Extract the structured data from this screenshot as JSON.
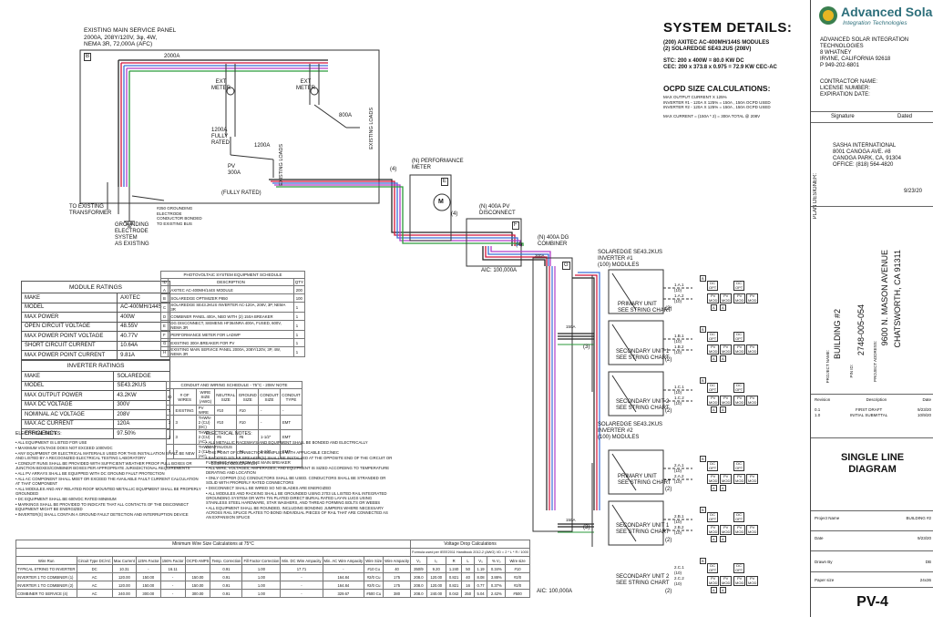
{
  "panel": {
    "title_lines": [
      "EXISTING MAIN SERVICE PANEL",
      "2000A, 208Y/120V, 3φ, 4W,",
      "NEMA 3R, 72,000A (AFC)"
    ],
    "bus_label": "2000A",
    "ext_meter_1": [
      "EXT",
      "METER"
    ],
    "ext_meter_2": [
      "EXT",
      "METER"
    ],
    "breaker_800": "800A",
    "existing_loads_1": "EXISTING LOADS",
    "existing_loads_2": "EXISTING LOADS",
    "breaker_1200": [
      "1200A",
      "FULLY",
      "RATED"
    ],
    "breaker_1200b": "1200A",
    "pv_breaker": [
      "PV",
      "300A"
    ],
    "fully_rated": "(FULLY RATED)",
    "to_transformer": [
      "TO EXISTING",
      "TRANSFORMER"
    ],
    "grounding": [
      "GROUNDING",
      "ELECTRODE",
      "SYSTEM",
      "AS EXISTING"
    ],
    "ground_conductor": [
      "#250 GROUNDING",
      "ELECTRODE",
      "CONDUCTOR BONDED",
      "TO EXISTING BUS"
    ],
    "tag_a": "B",
    "tag_perf": "E",
    "tag_disc": "F",
    "tag_comb": "G"
  },
  "components": {
    "perf_meter": [
      "(N) PERFORMANCE",
      "METER"
    ],
    "pv_disconnect": [
      "(N) 400A PV",
      "DISCONNECT"
    ],
    "dg_combiner": [
      "(N) 400A DG",
      "COMBINER"
    ],
    "aic_1": "AIC: 100,000A",
    "aic_2": "AIC: 100,000A",
    "wire_4a": "(4)",
    "wire_4b": "(4)",
    "wire_4c": "(4)",
    "wire_4d": "(4)",
    "wire_3a": "(3)",
    "wire_3b": "(3)",
    "breaker_300": "300A",
    "breaker_150a": "150A",
    "breaker_150b": "150A",
    "meter_symbol": "M"
  },
  "inverters": [
    {
      "title": [
        "SOLAREDGE SE43.2KUS",
        "INVERTER #1",
        "(100) MODULES"
      ],
      "units": [
        {
          "name": [
            "PRIMARY UNIT",
            "SEE STRING CHART"
          ],
          "wire": "(2)",
          "strings": [
            "1.A.1 (10)",
            "1.A.2 (10)"
          ]
        },
        {
          "name": [
            "SECONDARY UNIT 1",
            "SEE STRING CHART"
          ],
          "wire": "(2)",
          "strings": [
            "1.B.1 (10)",
            "1.B.2 (10)"
          ]
        },
        {
          "name": [
            "SECONDARY UNIT 2",
            "SEE STRING CHART"
          ],
          "wire": "(2)",
          "strings": [
            "1.C.1 (10)",
            "1.C.2 (10)"
          ]
        }
      ]
    },
    {
      "title": [
        "SOLAREDGE SE43.2KUS",
        "INVERTER #2",
        "(100) MODULES"
      ],
      "units": [
        {
          "name": [
            "PRIMARY UNIT",
            "SEE STRING CHART"
          ],
          "wire": "(2)",
          "strings": [
            "2.A.1 (10)",
            "2.A.2 (10)"
          ]
        },
        {
          "name": [
            "SECONDARY UNIT 1",
            "SEE STRING CHART"
          ],
          "wire": "(2)",
          "strings": [
            "2.B.1 (10)",
            "2.B.2 (10)"
          ]
        },
        {
          "name": [
            "SECONDARY UNIT 2",
            "SEE STRING CHART"
          ],
          "wire": "(2)",
          "strings": [
            "2.C.1 (10)",
            "2.C.2 (10)"
          ]
        }
      ]
    }
  ],
  "string_boxes": {
    "dc": "DC",
    "opt": "OPT",
    "pv": "PV",
    "mod": "MOD",
    "tag_b": "B",
    "tag_c": "C",
    "tag_a": "A"
  },
  "system": {
    "title": "SYSTEM DETAILS:",
    "lines": [
      "(200) AXITEC AC-400MH/144S MODULES",
      "(2) SOLAREDGE SE43.2US (208V)"
    ],
    "stc": "STC: 200 x 400W = 80.0 KW DC",
    "cec": "CEC: 200 x 373.8 x 0.975 = 72.9 KW CEC-AC",
    "ocpd_title": "OCPD SIZE CALCULATIONS:",
    "ocpd_lines": [
      "MAX OUTPUT CURRENT X 125%",
      "INVERTER #1 - 120A X 125% = 150A , 150A OCPD USED",
      "INVERTER #2 - 120A X 125% = 150A , 150A OCPD USED"
    ],
    "max_current": "MAX CURRENT  = (150A * 2) = 300A TOTAL @ 208V"
  },
  "module_ratings": {
    "title": "MODULE RATINGS",
    "rows": [
      [
        "MAKE",
        "AXITEC"
      ],
      [
        "MODEL",
        "AC-400MH/144S"
      ],
      [
        "MAX POWER",
        "400W"
      ],
      [
        "OPEN CIRCUIT VOLTAGE",
        "48.55V"
      ],
      [
        "MAX POWER POINT VOLTAGE",
        "40.77V"
      ],
      [
        "SHORT CIRCUIT CURRENT",
        "10.64A"
      ],
      [
        "MAX POWER POINT CURRENT",
        "9.81A"
      ]
    ]
  },
  "inverter_ratings": {
    "title": "INVERTER RATINGS",
    "rows": [
      [
        "MAKE",
        "SOLAREDGE"
      ],
      [
        "MODEL",
        "SE43.2KUS"
      ],
      [
        "MAX OUTPUT POWER",
        "43.2KW"
      ],
      [
        "MAX DC VOLTAGE",
        "300V"
      ],
      [
        "NOMINAL AC VOLTAGE",
        "208V"
      ],
      [
        "MAX AC CURRENT",
        "120A"
      ],
      [
        "EFFICIENCY",
        "97.50%"
      ]
    ]
  },
  "schedule": {
    "title": "PHOTOVOLTAIC SYSTEM EQUIPMENT SCHEDULE",
    "headers": [
      "ID",
      "DESCRIPTION",
      "QTY"
    ],
    "rows": [
      [
        "A",
        "AXITEC AC-400MH/144S MODULE",
        "200"
      ],
      [
        "B",
        "SOLAREDGE OPTIMIZER P850",
        "100"
      ],
      [
        "C",
        "SOLAREDGE SE43.2KUS INVERTER AC-120A, 208V, 3P, NEMA 3R",
        "1"
      ],
      [
        "D",
        "COMBINER PANEL 400A, NBO WITH (2) 150A BREAKER",
        "1"
      ],
      [
        "E",
        "DG DISCONNECT, SIEMENS HF364NRA 400A, FUSED, 600V, NEMA 3R",
        "1"
      ],
      [
        "F",
        "PERFORMANCE METER FOR LADWP",
        "1"
      ],
      [
        "G",
        "EXISTING 300A BREAKER FOR PV",
        "1"
      ],
      [
        "H",
        "EXISTING MAIN SERVICE PANEL 2000A, 208Y/120V, 3P, 4W, NEMA 3R",
        "1"
      ]
    ]
  },
  "conduit": {
    "title": "CONDUIT AND WIRING SCHEDULE - 75°C - 208V NOTE",
    "headers": [
      "ID",
      "# OF WIRES",
      "WIRE SIZE (AWG)",
      "NEUTRAL SIZE",
      "GROUND SIZE",
      "CONDUIT SIZE",
      "CONDUIT TYPE"
    ],
    "rows": [
      [
        "1",
        "EXISTING",
        "PV WIRE",
        "#10",
        "#10",
        "-",
        "-"
      ],
      [
        "2",
        "3",
        "THWN-2 (CU) (DC)",
        "#10",
        "#10",
        "-",
        "EMT"
      ],
      [
        "3",
        "3",
        "THWN-2 (CU) (AC)",
        "#6",
        "#6",
        "1-1/2\"",
        "EMT"
      ],
      [
        "4",
        "3",
        "THWN-2 (CU) (AC)",
        "#4",
        "#4",
        "2-1/2\"",
        "EMT"
      ]
    ],
    "footer": "EXISTING DESIGNATION"
  },
  "elec_notes_1": {
    "title": "ELECTRICAL NOTES:",
    "items": [
      "ALL EQUIPMENT IS LISTED FOR USE",
      "MAXIMUM VOLTAGE DOES NOT EXCEED 1000VDC",
      "ANY EQUIPMENT OR ELECTRICAL MATERIALS USED FOR THIS INSTALLATION SHALL BE NEW AND LISTED BY A RECOGNIZED ELECTRICAL TESTING LABORATORY",
      "CONDUIT RUNS SHALL BE PROVIDED WITH SUFFICIENT WEATHER PROOF PULL BOXES OR JUNCTION BOXES/COMBINER BOXES PER APPROPRIATE JURISDICTIONAL REQUIREMENTS",
      "ALL PV ARRAYS SHALL BE EQUIPPED WITH DC GROUND FAULT PROTECTION",
      "ALL AC COMPONENT SHALL MEET OR EXCEED THE AVAILABLE FAULT CURRENT CALCULATION AT THAT COMPONENT",
      "ALL MODULES AND ANY RELATED ROOF MOUNTED METALLIC EQUIPMENT SHALL BE PROPERLY GROUNDED",
      "DC EQUIPMENT SHALL BE 600VDC RATED MINIMUM",
      "MARKINGS SHALL BE PROVIDED TO INDICATE THAT ALL CONTACTS OF THE DISCONNECT EQUIPMENT MIGHT BE ENERGIZED",
      "INVERTER(S) SHALL CONTAIN A GROUND FAULT DETECTION AND INTERRUPTION DEVICE"
    ]
  },
  "elec_notes_2": {
    "title": "ELECTRICAL NOTES:",
    "items": [
      "ALL METALLIC RACEWAYS AND EQUIPMENT SHALL BE BONDED AND ELECTRICALLY CONTINUOUS",
      "THE POINT OF CONNECTION COMPLIES WITH APPLICABLE CEC/NEC",
      "BACKFED SOLAR BREAKER(S) SHALL BE INSTALLED AT THE OPPOSITE END OF THE CIRCUIT OR FURTHEST AWAY FROM THE MAIN BREAKER",
      "ALL WIRE, VOLTAGES, AMPERAGES, AND EQUIPMENT IS SIZED ACCORDING TO TEMPERATURE DERATING AND LOCATION",
      "ONLY COPPER (CU) CONDUCTORS SHALL BE USED. CONDUCTORS SHALL BE STRANDED OR SOLID WITH PROPERLY RATED CONNECTORS",
      "DISCONNECT SHALL BE WIRED SO NO BLADES ARE ENERGIZED",
      "ALL MODULES AND RACKING SHALL BE GROUNDED USING 2703 UL LISTED RAIL INTEGRATED GROUNDING SYSTEM OR WITH TIN PLATED DIRECT BURIAL RATED LAY-IN LUGS USING STAINLESS STEEL HARDWARE, STAR WASHERS, AND THREAD FORMING BOLTS OR WEEBS",
      "ALL EQUIPMENT SHALL BE ROUNDED, INCLUDING BONDING JUMPERS WHERE NECESSARY ACROSS RAIL SPLICE PLATES TO BOND INDIVIDUAL PIECES OF RAIL THAT ARE CONNECTED AS AN EXPANSION SPLICE"
    ]
  },
  "wire_table": {
    "title": "Minimum Wire Size Calculations at 75°C",
    "vd_title": "Voltage Drop Calculations",
    "vd_sub": "Formula used per IEEE2011 Handbook 2012-2 (AWG) VD = 2 * L * R / 1000",
    "headers": [
      "Wire Run",
      "Circuit Type DC/AC",
      "Max Current",
      "125% Factor",
      "156% Factor",
      "OCPD AMPS",
      "Temp. Correction",
      "Fill Factor Correction",
      "Min. DC Wire Ampacity",
      "Min. AC Wire Ampacity",
      "Wire Size",
      "Wire Ampacity",
      "V₀",
      "I₀",
      "R",
      "L",
      "V₀",
      "% V₀",
      "Wire size"
    ],
    "rows": [
      [
        "TYPICAL STRING TO INVERTER",
        "DC",
        "10.31",
        "-",
        "16.11",
        "",
        "0.91",
        "1.00",
        "17.71",
        "-",
        "#10 Cu",
        "40",
        "350/9",
        "9.20",
        "1.240",
        "50",
        "1.19",
        "0.34%",
        "#10"
      ],
      [
        "INVERTER 1 TO COMBINER (1)",
        "AC",
        "120.00",
        "150.00",
        "-",
        "150.00",
        "0.91",
        "1.00",
        "-",
        "164.84",
        "#2/0 Cu",
        "175",
        "208.0",
        "120.00",
        "0.821",
        "40",
        "8.08",
        "3.88%",
        "#2/0"
      ],
      [
        "INVERTER 1 TO COMBINER (2)",
        "AC",
        "120.00",
        "150.00",
        "-",
        "150.00",
        "0.91",
        "1.00",
        "-",
        "164.84",
        "#2/0 Cu",
        "175",
        "208.0",
        "120.00",
        "0.821",
        "16",
        "0.77",
        "0.37%",
        "#2/0"
      ],
      [
        "COMBINER TO SERVICE (4)",
        "AC",
        "240.00",
        "300.00",
        "-",
        "300.00",
        "0.91",
        "1.00",
        "-",
        "329.67",
        "#500 Cu",
        "380",
        "208.0",
        "240.00",
        "0.042",
        "250",
        "5.04",
        "2.42%",
        "#500"
      ]
    ]
  },
  "titleblock": {
    "logo_main": "Advanced Solar",
    "logo_sub": "Integration Technologies",
    "company": [
      "ADVANCED SOLAR INTEGRATION",
      "TECHNOLOGIES",
      "8 WHATNEY",
      "IRVINE, CALIFORNIA 92618",
      "P 949-202-6801"
    ],
    "contractor": [
      "CONTRACTOR NAME:",
      "LICENSE NUMBER:",
      "EXPIRATION DATE:"
    ],
    "signature": "Signature",
    "dated": "Dated",
    "plan_designer": "PLAN DESIGNER:",
    "designer": [
      "SASHA INTERNATIONAL",
      "8001 CANOGA AVE. #8",
      "CANOGA PARK, CA, 91304",
      "OFFICE: (818) 564-4820"
    ],
    "designer_date": "9/23/20",
    "project_name_label": "PROJECT NAME:",
    "project_name": "BUILDING #2",
    "pin_label": "PIN ID:",
    "pin": "2748-005-054",
    "address_label": "PROJECT ADDRESS:",
    "address_1": "9600 N. MASON AVENUE",
    "address_2": "CHATSWORTH, CA 91311",
    "rev_headers": [
      "Revision",
      "Description",
      "Date"
    ],
    "revs": [
      [
        "0.1",
        "FIRST DRAFT",
        "9/23/20"
      ],
      [
        "1.0",
        "INITIAL SUBMITTAL",
        "10/9/20"
      ]
    ],
    "sheet_title": [
      "SINGLE LINE",
      "DIAGRAM"
    ],
    "fields": [
      [
        "Project Name",
        "BUILDING #2"
      ],
      [
        "Date",
        "9/23/20"
      ],
      [
        "Drawn By",
        "DB"
      ],
      [
        "Paper size",
        "24x36"
      ]
    ],
    "sheet_no": "PV-4"
  }
}
